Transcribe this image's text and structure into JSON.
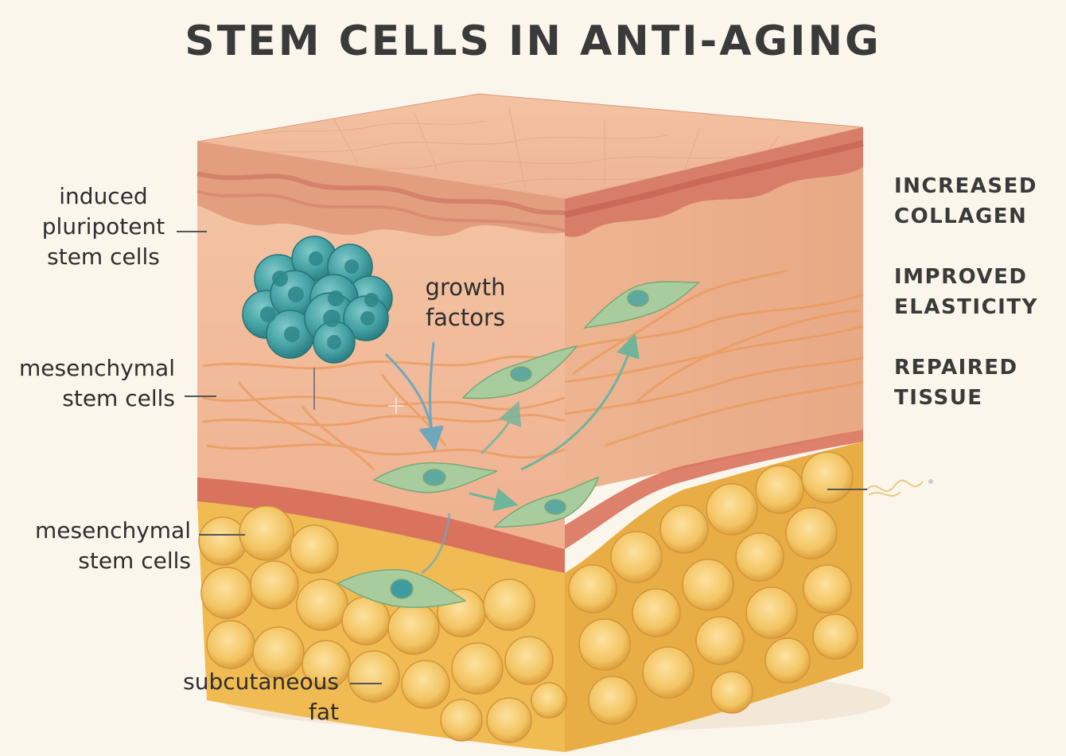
{
  "title": "STEM CELLS IN ANTI-AGING",
  "labels": {
    "ipsc_line1": "induced",
    "ipsc_line2": "pluripotent",
    "ipsc_line3": "stem cells",
    "msc_upper_line1": "mesenchymal",
    "msc_upper_line2": "stem cells",
    "msc_lower_line1": "mesenchymal",
    "msc_lower_line2": "stem cells",
    "growth_line1": "growth",
    "growth_line2": "factors",
    "fat_line1": "subcutaneous",
    "fat_line2": "fat"
  },
  "benefits": [
    {
      "line1": "INCREASED",
      "line2": "COLLAGEN"
    },
    {
      "line1": "IMPROVED",
      "line2": "ELASTICITY"
    },
    {
      "line1": "REPAIRED",
      "line2": "TISSUE"
    }
  ],
  "colors": {
    "epidermis": "#e9a887",
    "dermis": "#f1bb98",
    "dermis_band": "#d9735e",
    "fat": "#f0bb52",
    "cluster_cell": "#3d9ca0",
    "msc_cell": "#a9cc9f",
    "collagen_fiber": "#eb9a5c",
    "arrow_blue": "#6fa7bd",
    "arrow_green": "#6fb59a"
  }
}
